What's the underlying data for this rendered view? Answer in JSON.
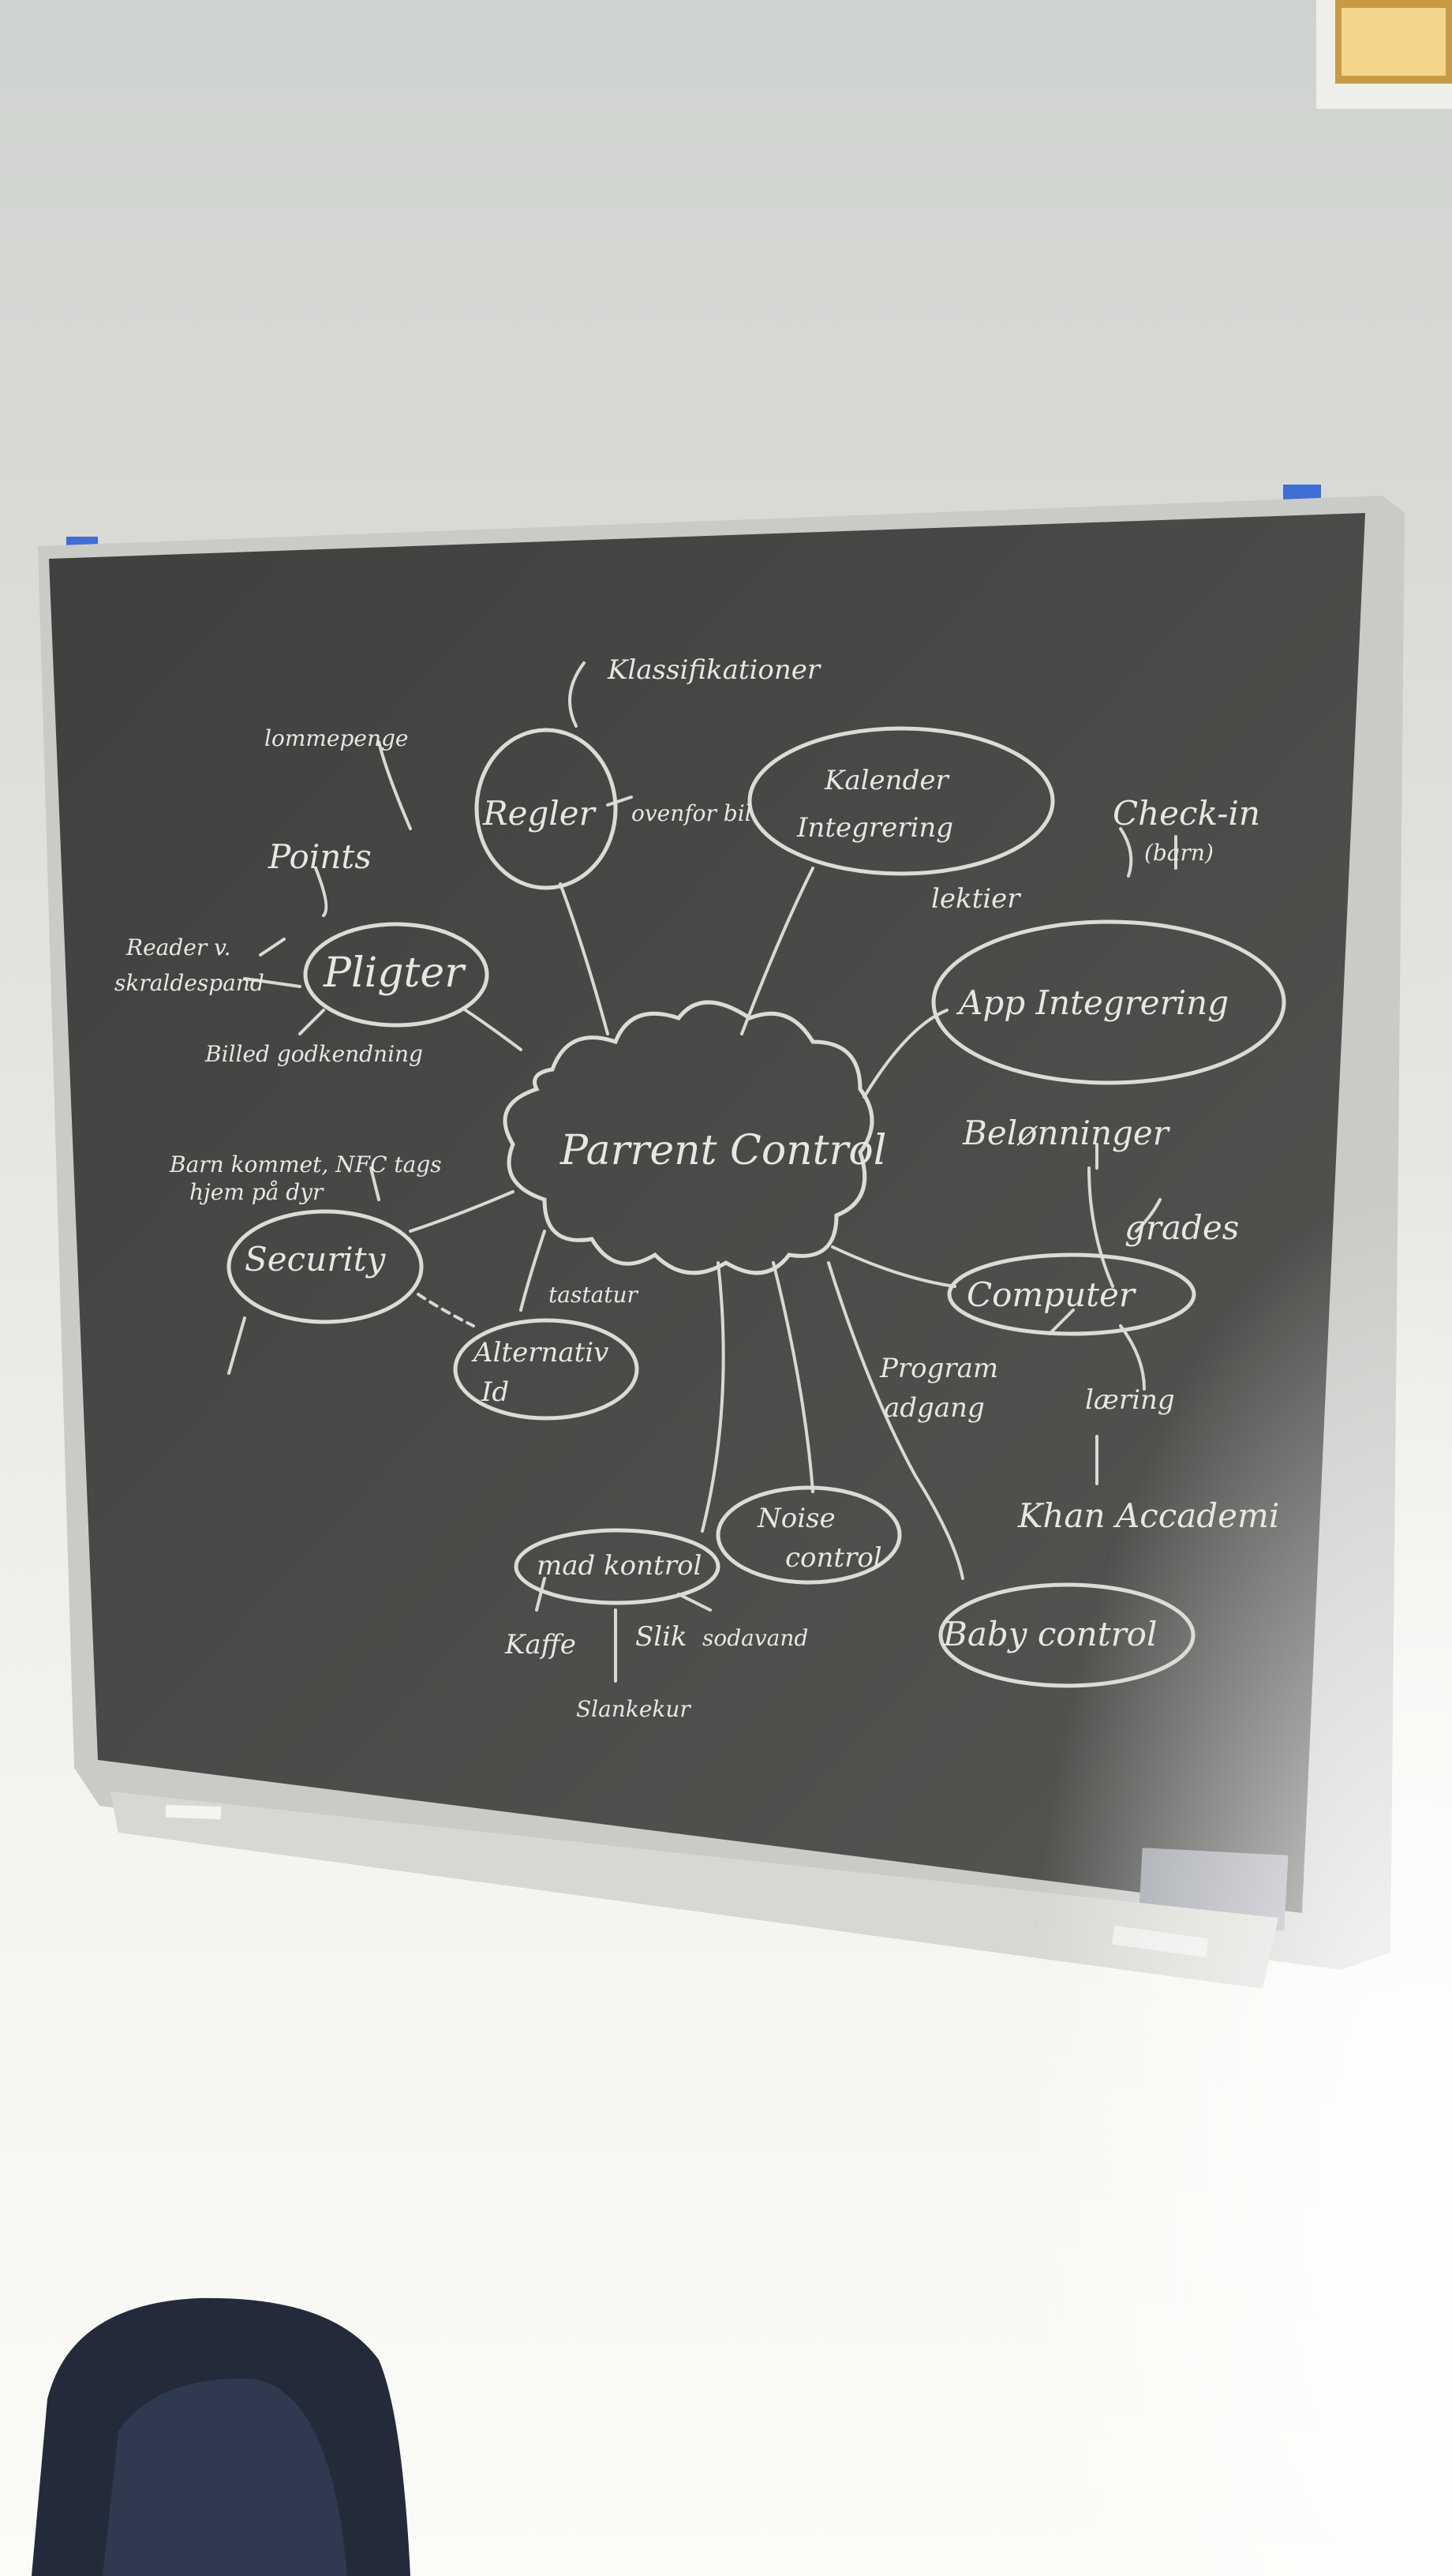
{
  "diagram": {
    "center": "Parrent Control",
    "nodes": {
      "regler": "Regler",
      "klassifikationer": "Klassifikationer",
      "ovenfor_bil": "ovenfor bil",
      "kalender_l1": "Kalender",
      "kalender_l2": "Integrering",
      "check_in": "Check-in",
      "barn": "(barn)",
      "lektier": "lektier",
      "app_integrering": "App Integrering",
      "lommepenge": "lommepenge",
      "points": "Points",
      "pligter": "Pligter",
      "reader_l1": "Reader v.",
      "reader_l2": "skraldespand",
      "billed": "Billed godkendning",
      "belonninger": "Belønninger",
      "grades": "grades",
      "computer": "Computer",
      "program_l1": "Program",
      "program_l2": "adgang",
      "laering": "læring",
      "khan": "Khan Accademi",
      "barn_l1": "Barn kommet, NFC tags",
      "barn_l2": "hjem          på dyr",
      "security": "Security",
      "tastatur": "tastatur",
      "alternativ_l1": "Alternativ",
      "alternativ_l2": "Id",
      "noise_l1": "Noise",
      "noise_l2": "control",
      "mad_kontrol": "mad kontrol",
      "kaffe": "Kaffe",
      "slik": "Slik",
      "sodavand": "sodavand",
      "slankekur": "Slankekur",
      "baby_control": "Baby control"
    }
  }
}
